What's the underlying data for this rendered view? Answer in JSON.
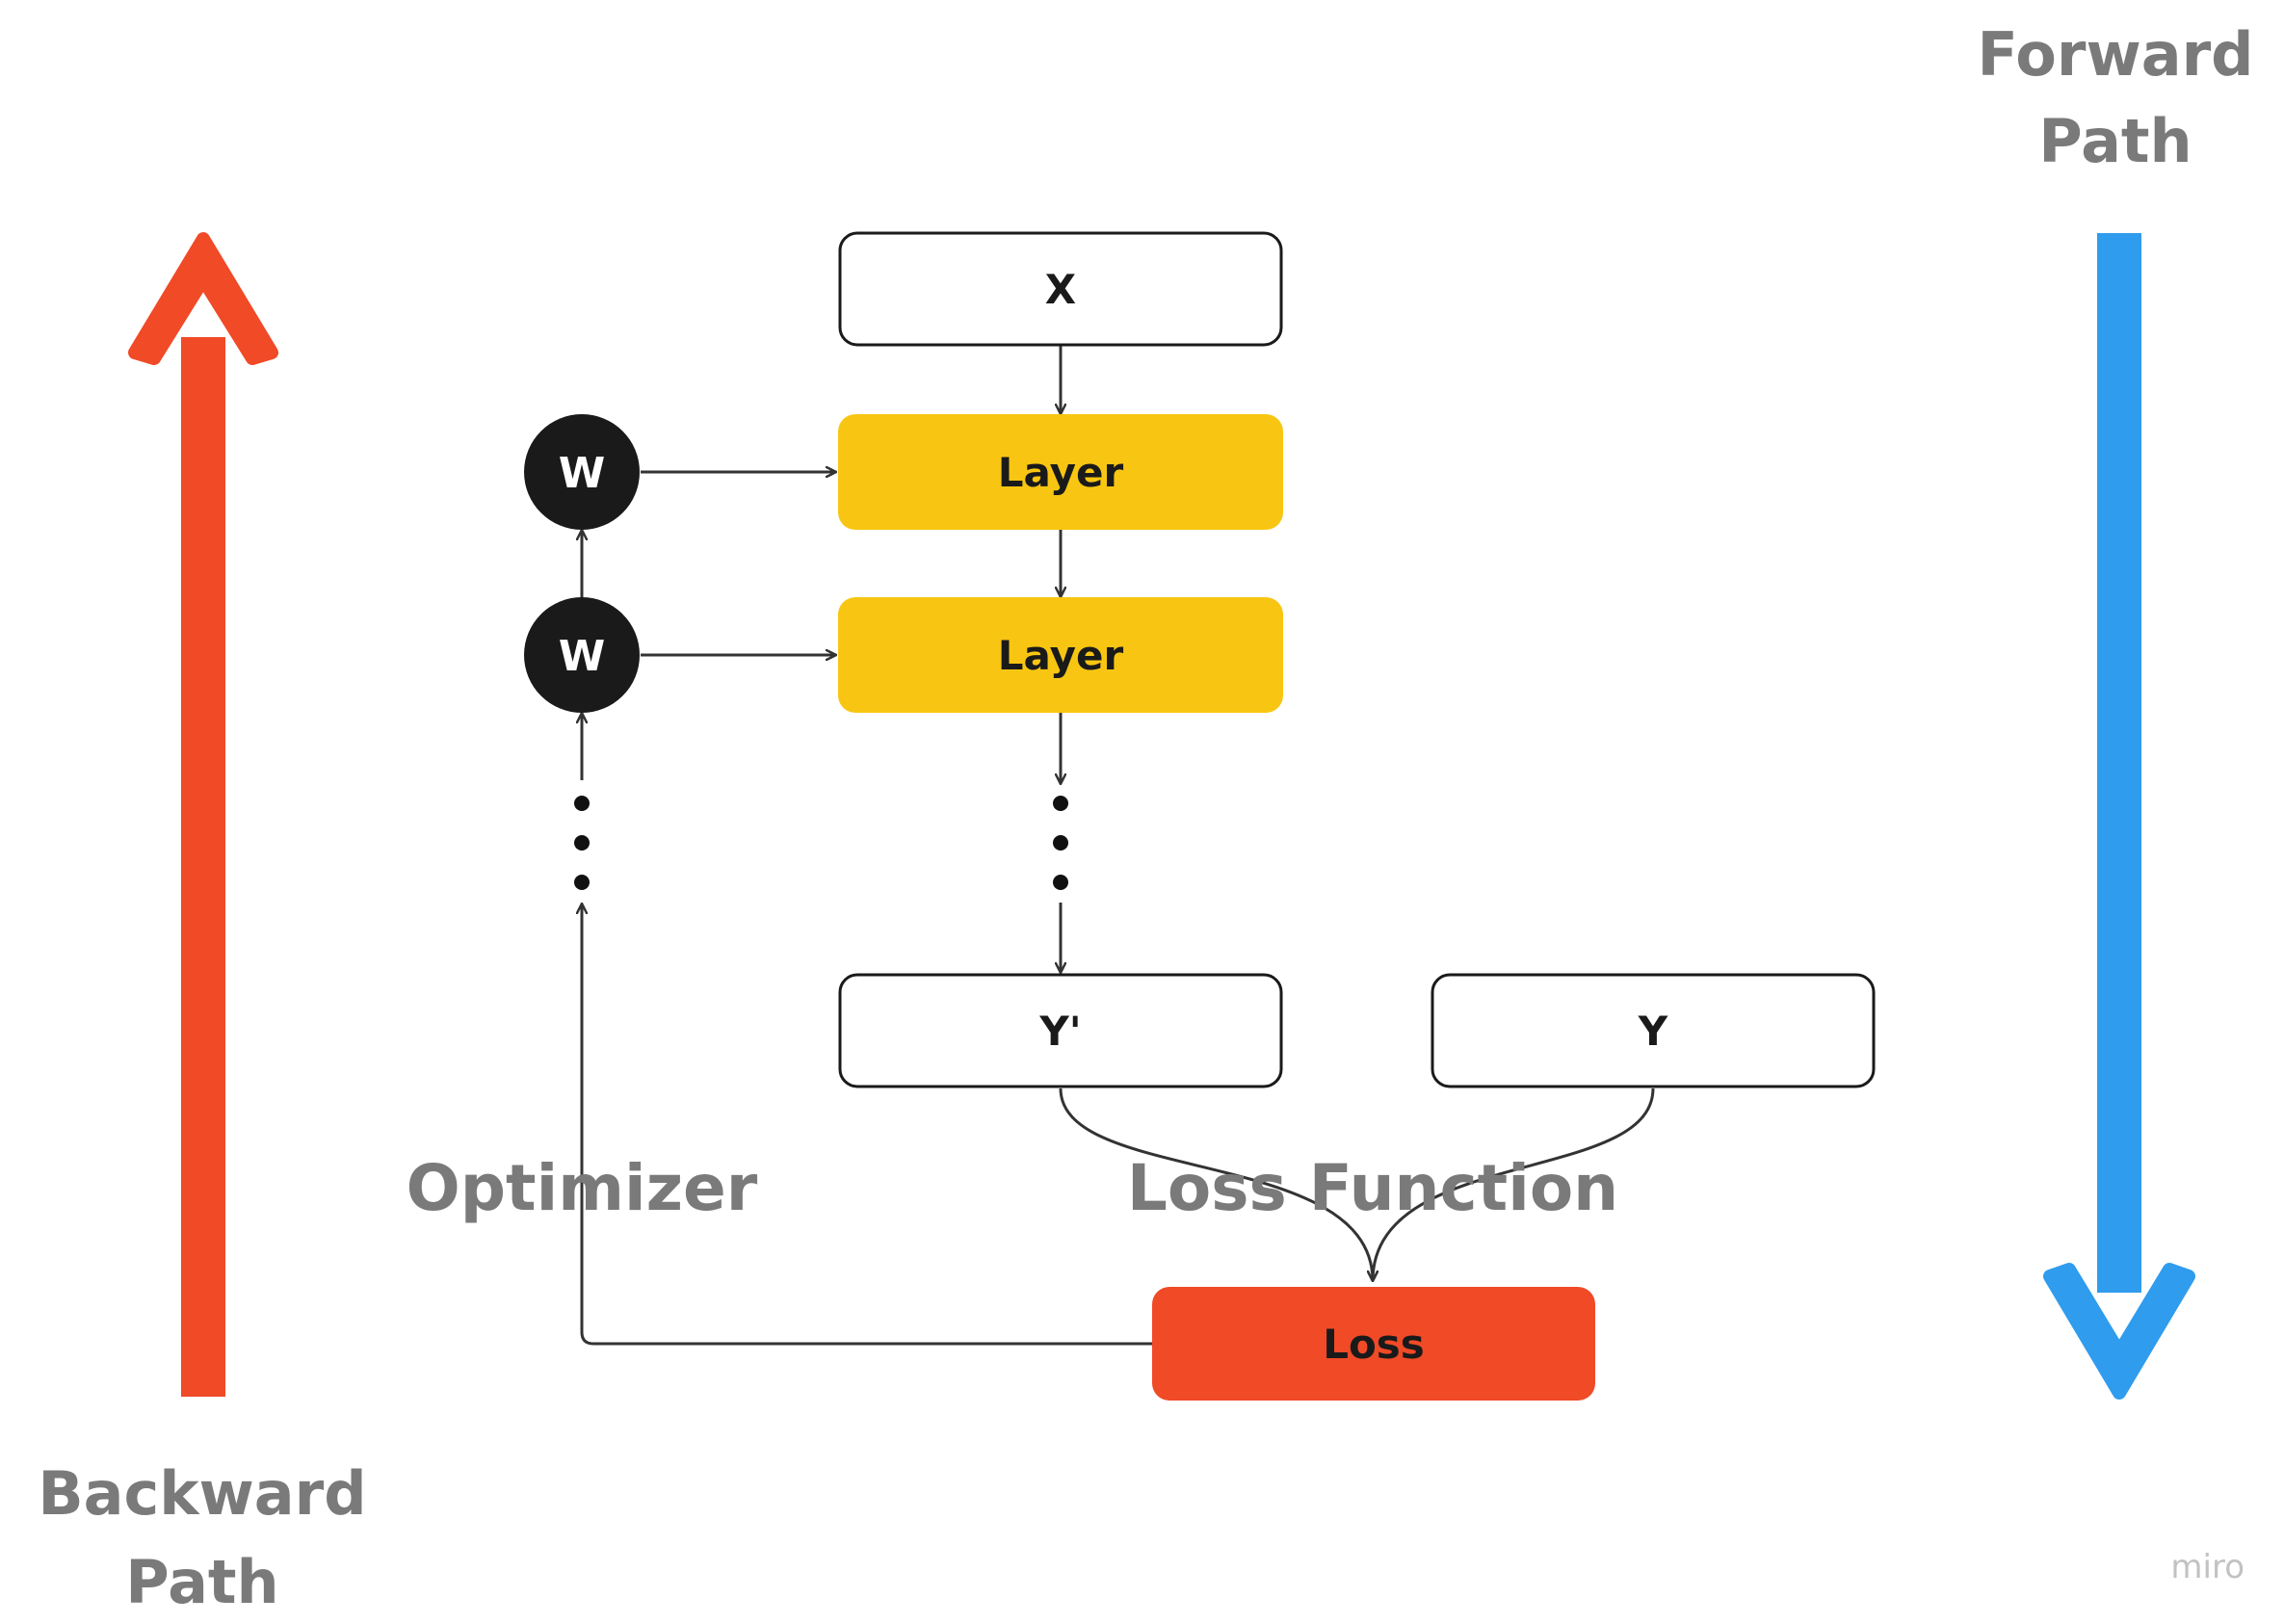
{
  "colors": {
    "backward_arrow": "#f04a27",
    "forward_arrow": "#2f9cee",
    "layer_fill": "#f8c612",
    "loss_fill": "#f04a27",
    "weight_fill": "#1a1a1a",
    "connector": "#333333",
    "caption_text": "#7a7a7a",
    "box_text": "#1a1a1a"
  },
  "labels": {
    "forward_path_line1": "Forward",
    "forward_path_line2": "Path",
    "backward_path_line1": "Backward",
    "backward_path_line2": "Path",
    "optimizer": "Optimizer",
    "loss_function": "Loss Function",
    "brand": "miro"
  },
  "nodes": {
    "input": "X",
    "layer_1": "Layer",
    "layer_2": "Layer",
    "prediction": "Y'",
    "target": "Y",
    "loss": "Loss",
    "weight_1": "W",
    "weight_2": "W"
  },
  "icons": {
    "backward": "arrow-up-icon",
    "forward": "arrow-down-icon",
    "continuation": "vertical-ellipsis-icon"
  }
}
